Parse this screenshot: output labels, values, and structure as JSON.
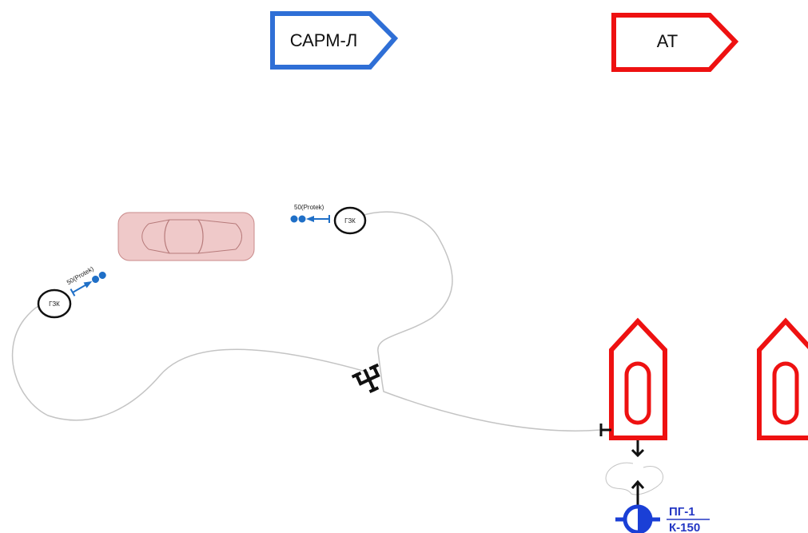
{
  "signs": {
    "sarm": {
      "label": "САРМ-Л",
      "color": "#2f6fd6"
    },
    "at": {
      "label": "АТ",
      "color": "#ee1111"
    }
  },
  "colors": {
    "car_fill": "#efc9c9",
    "car_stroke": "#c98a8a",
    "hose": "#c4c4c4",
    "nozzle": "#1f6fc7",
    "truck": "#ee1111",
    "hydrant": "#1a3fd6",
    "hydrant_text": "#2437c4"
  },
  "nozzles": {
    "upper": {
      "label": "50(Protek)",
      "reel_label": "ГЗК"
    },
    "lower": {
      "label": "50(Protek)",
      "reel_label": "ГЗК"
    }
  },
  "hydrant": {
    "top_label": "ПГ-1",
    "bottom_label": "К-150"
  },
  "icons": [
    "car-icon",
    "nozzle-icon",
    "hose-reel-icon",
    "branching-manifold-icon",
    "fire-truck-icon",
    "fire-hydrant-icon"
  ]
}
